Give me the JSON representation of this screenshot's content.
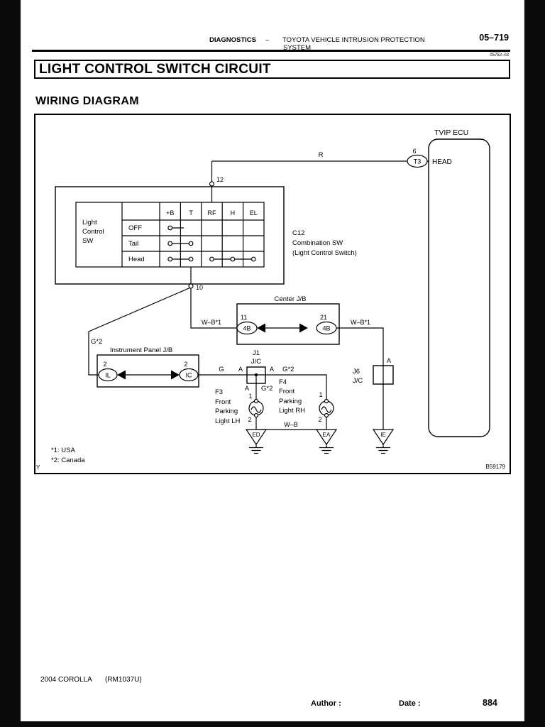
{
  "header": {
    "section": "DIAGNOSTICS",
    "separator": "–",
    "system_line1": "TOYOTA VEHICLE INTRUSION PROTECTION",
    "system_line2": "SYSTEM",
    "page_code": "05–719",
    "revision_code": "05752–03"
  },
  "title": "LIGHT CONTROL SWITCH CIRCUIT",
  "section_heading": "WIRING DIAGRAM",
  "diagram": {
    "ecu_label": "TVIP ECU",
    "t3": {
      "pin": "6",
      "connector": "T3",
      "terminal": "HEAD"
    },
    "wire_r": "R",
    "node_12": "12",
    "node_10": "10",
    "switch": {
      "label": [
        "Light",
        "Control",
        "SW"
      ],
      "columns": [
        "+B",
        "T",
        "RF",
        "H",
        "EL"
      ],
      "rows": [
        "OFF",
        "Tail",
        "Head"
      ]
    },
    "c12": [
      "C12",
      "Combination SW",
      "(Light Control Switch)"
    ],
    "center_jb": {
      "title": "Center J/B",
      "pin_left": "11",
      "conn_left": "4B",
      "pin_right": "21",
      "conn_right": "4B"
    },
    "ip_jb": {
      "title": "Instrument Panel J/B",
      "pin_left": "2",
      "conn_left": "IL",
      "pin_right": "2",
      "conn_right": "IC"
    },
    "labels": {
      "wb1_left": "W–B*1",
      "wb1_right": "W–B*1",
      "g2_branch": "G*2",
      "g_wire": "G",
      "a_j1_left": "A",
      "a_j1_right": "A",
      "g2_j1_right": "G*2",
      "a_j1_bottom": "A",
      "g2_j1_bottom": "G*2",
      "a_j6": "A",
      "wb_ground": "W–B"
    },
    "j1": {
      "name": "J1",
      "type": "J/C"
    },
    "j6": {
      "name": "J6",
      "type": "J/C"
    },
    "f3": {
      "lines": [
        "F3",
        "Front",
        "Parking",
        "Light LH"
      ],
      "pin_top": "1",
      "pin_bottom": "2"
    },
    "f4": {
      "lines": [
        "F4",
        "Front",
        "Parking",
        "Light RH"
      ],
      "pin_top": "1",
      "pin_bottom": "2"
    },
    "grounds": {
      "ed": "ED",
      "ea": "EA",
      "ie": "IE"
    },
    "notes": [
      "*1: USA",
      "*2: Canada"
    ],
    "edge_mark": "Y",
    "figure_code": "B59179"
  },
  "footer": {
    "model": "2004 COROLLA",
    "manual_code": "(RM1037U)",
    "author_label": "Author :",
    "date_label": "Date :",
    "page_number": "884"
  }
}
